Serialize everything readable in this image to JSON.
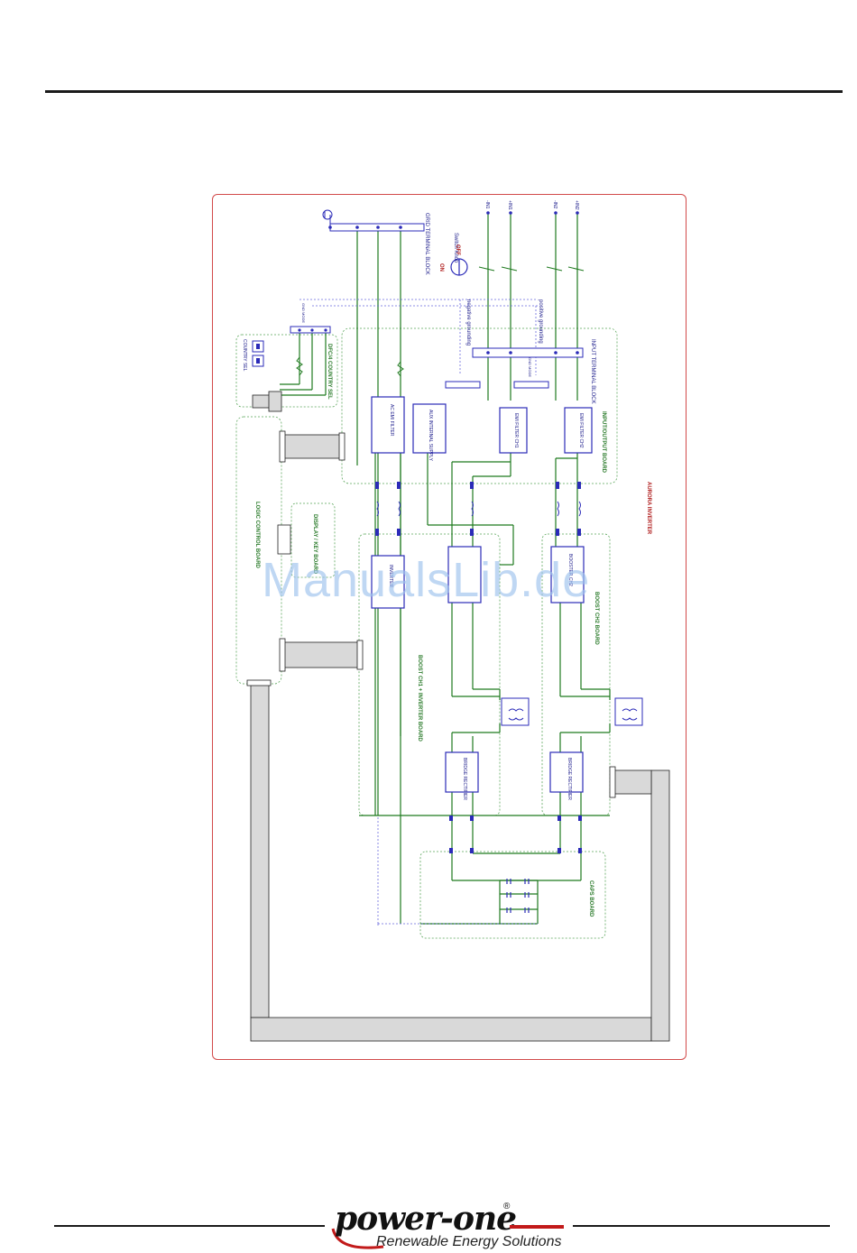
{
  "labels": {
    "grid_terminal_block": "GRID TERMINAL BLOCK",
    "input_terminal_block": "INPUT TERMINAL BLOCK",
    "switch_knob": "Switch Knob",
    "off": "OFF",
    "on": "ON",
    "negative_grounding": "negative grounding",
    "positive_grounding": "positive grounding",
    "input_output_board": "INPUT/OUTPUT BOARD",
    "aurora_inverter": "AURORA INVERTER",
    "ac_emi_filter": "AC EMI FILTER",
    "aux_internal_supply": "AUX INTERNAL SUPPLY",
    "emi_filter_ch1": "EMI FILTER CH1",
    "emi_filter_ch2": "EMI FILTER CH2",
    "dfc_country_sel": "DFC/4 COUNTRY SEL",
    "country_sel": "COUNTRY SEL",
    "logic_control_board": "LOGIC CONTROL BOARD",
    "display_key_board": "DISPLAY / KEY BOARD",
    "inverter": "INVERTER",
    "boost_ch1_inverter_board": "BOOST CH1 + INVERTER BOARD",
    "boost_ch2_board": "BOOST CH2 BOARD",
    "bridge_rectifier_1": "BRIDGE RECTIFIER",
    "bridge_rectifier_2": "BRIDGE RECTIFIER",
    "caps_board": "CAPS BOARD",
    "booster_ch2": "BOOSTER CH2",
    "pv_in1_neg": "-IN1",
    "pv_in1_pos": "+IN1",
    "pv_in2_neg": "-IN2",
    "pv_in2_pos": "+IN2",
    "gnd_mode_1": "GND MODE",
    "gnd_mode_2": "GND MODE"
  },
  "watermark": "ManualsLib.de",
  "logo": {
    "brand": "power-one",
    "registered": "®",
    "tagline": "Renewable Energy Solutions"
  },
  "colors": {
    "frame": "#d24a4a",
    "wire_green": "#1f7a1f",
    "wire_blue": "#2b2bb8",
    "dash_blue": "#6a6adc",
    "board_outline": "#5aa55a",
    "label_green": "#2e7d2e",
    "label_red": "#b02020",
    "cable_fill": "#d9d9d9",
    "watermark": "#9ec3ee"
  }
}
